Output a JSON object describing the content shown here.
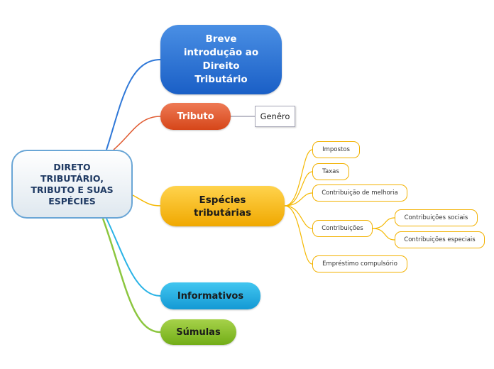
{
  "central": "DIRETO\nTRIBUTÁRIO,\nTRIBUTO E SUAS\nESPÉCIES",
  "topics": {
    "breve": "Breve\nintrodução ao\nDireito\nTributário",
    "tributo": "Tributo",
    "especies": "Espécies\ntributárias",
    "informativos": "Informativos",
    "sumulas": "Súmulas"
  },
  "tributo_sub": {
    "genero": "Genêro"
  },
  "especies_sub": {
    "impostos": "Impostos",
    "taxas": "Taxas",
    "contribuicao_melhoria": "Contribuição de melhoria",
    "contribuicoes": "Contribuições",
    "emprestimo": "Empréstimo compulsório"
  },
  "contribuicoes_sub": {
    "sociais": "Contribuições sociais",
    "especiais": "Contribuições especiais"
  },
  "colors": {
    "breve": "#2f78d8",
    "tributo": "#e05a30",
    "especies": "#f5b800",
    "informativos": "#2ab3e6",
    "sumulas": "#8cc63f",
    "central_border": "#6aa6d6",
    "central_text": "#1f3a63"
  }
}
